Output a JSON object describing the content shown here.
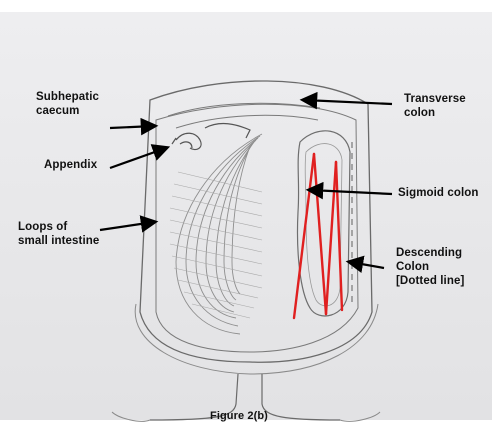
{
  "labels": {
    "subhepatic_caecum": [
      "Subhepatic",
      "caecum"
    ],
    "appendix": "Appendix",
    "loops_small_intestine": [
      "Loops of",
      "small intestine"
    ],
    "transverse_colon": [
      "Transverse",
      "colon"
    ],
    "sigmoid_colon": "Sigmoid colon",
    "descending_colon": [
      "Descending",
      "Colon",
      "[Dotted line]"
    ]
  },
  "caption": "Figure 2(b)",
  "colors": {
    "pencil": "#6a6a6a",
    "shading": "#9a9a9a",
    "arrow": "#000000",
    "red_marks": "#e02020",
    "background": "#e8e8ea"
  }
}
